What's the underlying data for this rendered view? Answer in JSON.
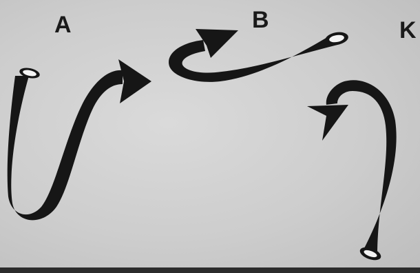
{
  "figure": {
    "labels": {
      "a": "A",
      "b": "B",
      "k": "K"
    },
    "colors": {
      "ink": "#161616",
      "paper": "#cfcfcf",
      "tube_opening": "#f4f4f4"
    },
    "tubes": [
      {
        "id": "A",
        "description_icon": "curved-tube-arrow-icon"
      },
      {
        "id": "B",
        "description_icon": "curved-tube-arrow-icon"
      },
      {
        "id": "K",
        "description_icon": "curved-tube-arrow-icon"
      }
    ]
  }
}
